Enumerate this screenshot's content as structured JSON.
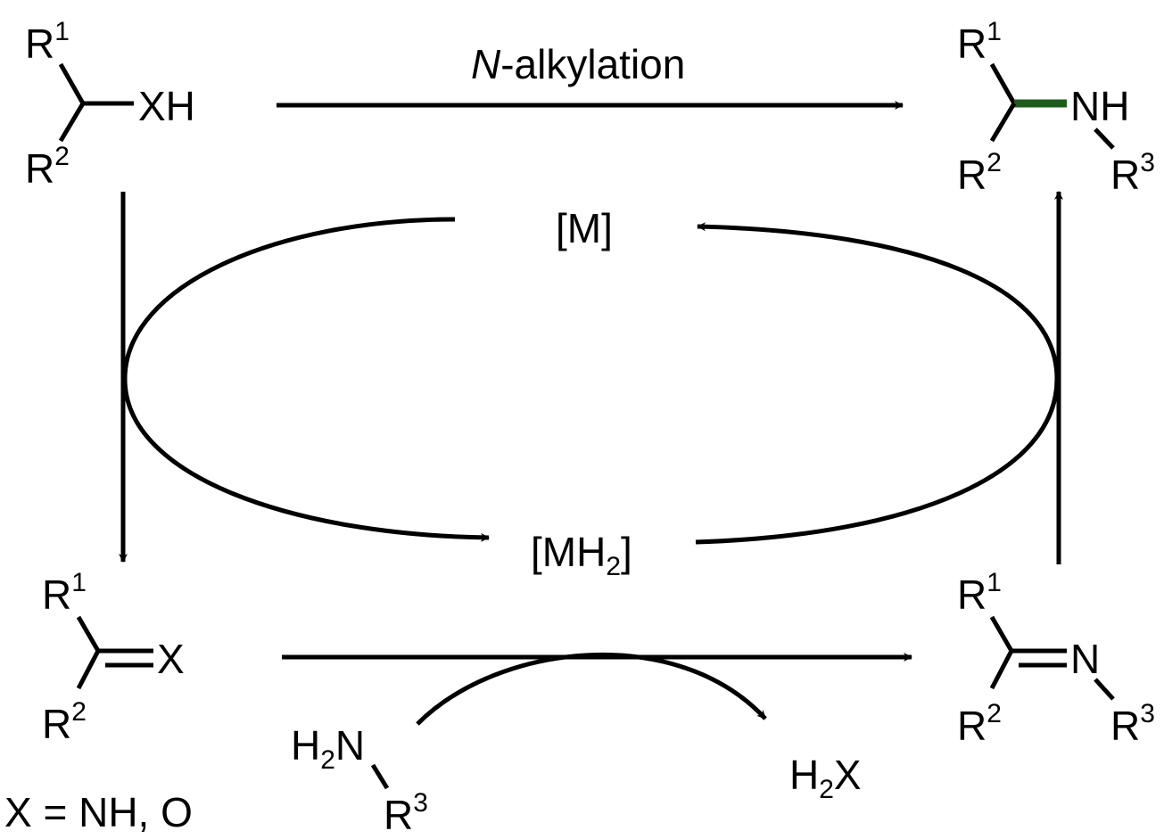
{
  "reaction": {
    "top_arrow_label_italic": "N",
    "top_arrow_label_rest": "-alkylation",
    "catalyst": "[M]",
    "hydride_catalyst_main": "[MH",
    "hydride_catalyst_sub": "2",
    "hydride_catalyst_close": "]",
    "x_definition": "X = NH, O",
    "byproduct_main": "H",
    "byproduct_sub": "2",
    "byproduct_tail": "X"
  },
  "substrate": {
    "r": "R",
    "r1_sup": "1",
    "r2_sup": "2",
    "group": "XH"
  },
  "product": {
    "r": "R",
    "r1_sup": "1",
    "r2_sup": "2",
    "r3_sup": "3",
    "group": "NH",
    "new_bond_color": "#1e5c1e"
  },
  "intermediate_carbonyl": {
    "r": "R",
    "r1_sup": "1",
    "r2_sup": "2",
    "group": "X"
  },
  "intermediate_imine": {
    "r": "R",
    "r1_sup": "1",
    "r2_sup": "2",
    "r3_sup": "3",
    "group": "N"
  },
  "amine": {
    "h": "H",
    "h_sub": "2",
    "n": "N",
    "r": "R",
    "r3_sup": "3"
  }
}
